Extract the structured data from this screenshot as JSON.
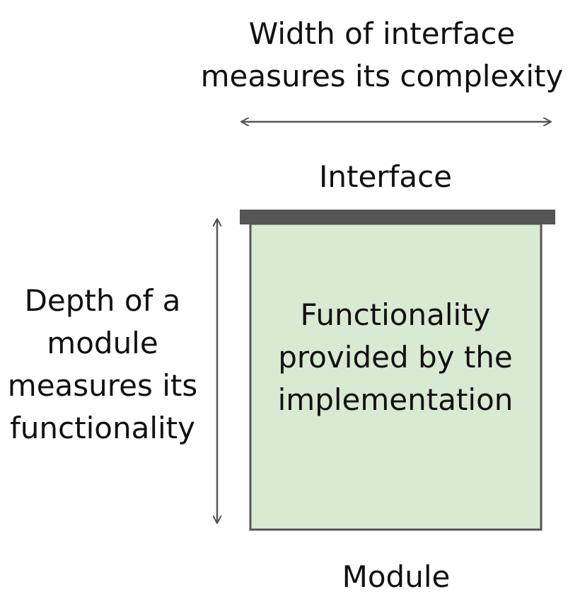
{
  "width_caption": {
    "line1": "Width of interface",
    "line2": "measures its complexity"
  },
  "interface_caption": "Interface",
  "depth_caption": {
    "line1": "Depth of a",
    "line2": "module",
    "line3": "measures its",
    "line4": "functionality"
  },
  "implementation_caption": {
    "line1": "Functionality",
    "line2": "provided by the",
    "line3": "implementation"
  },
  "module_caption": "Module",
  "colors": {
    "module_fill": "#d9ead3",
    "module_border": "#555555",
    "interface_bar": "#555555",
    "arrow": "#555555"
  }
}
